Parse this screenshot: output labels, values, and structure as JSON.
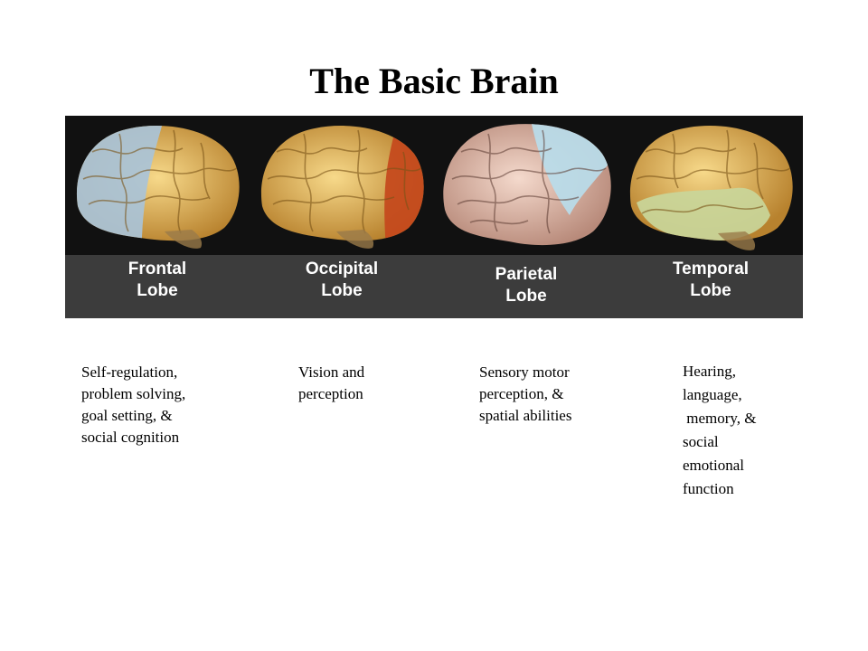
{
  "title": "The Basic Brain",
  "lobes": [
    {
      "label_line1": "Frontal",
      "label_line2": "Lobe",
      "highlight_color": "#a9c3d8",
      "description": [
        "Self-regulation,",
        "problem solving,",
        "goal setting, &",
        "social cognition"
      ]
    },
    {
      "label_line1": "Occipital",
      "label_line2": "Lobe",
      "highlight_color": "#c4481c",
      "description": [
        "Vision and",
        "perception"
      ]
    },
    {
      "label_line1": "Parietal",
      "label_line2": "Lobe",
      "highlight_color": "#b9dcea",
      "description": [
        "Sensory motor",
        "perception, &",
        "spatial abilities"
      ]
    },
    {
      "label_line1": "Temporal",
      "label_line2": "Lobe",
      "highlight_color": "#c9d69a",
      "description": [
        "Hearing,",
        "language,",
        " memory, &",
        "social",
        "emotional",
        "function"
      ]
    }
  ],
  "colors": {
    "brain_base": "#e2b764",
    "brain_parietal_base": "#e7c2b2",
    "label_band": "#3c3c3c",
    "background_dark": "#111111"
  }
}
